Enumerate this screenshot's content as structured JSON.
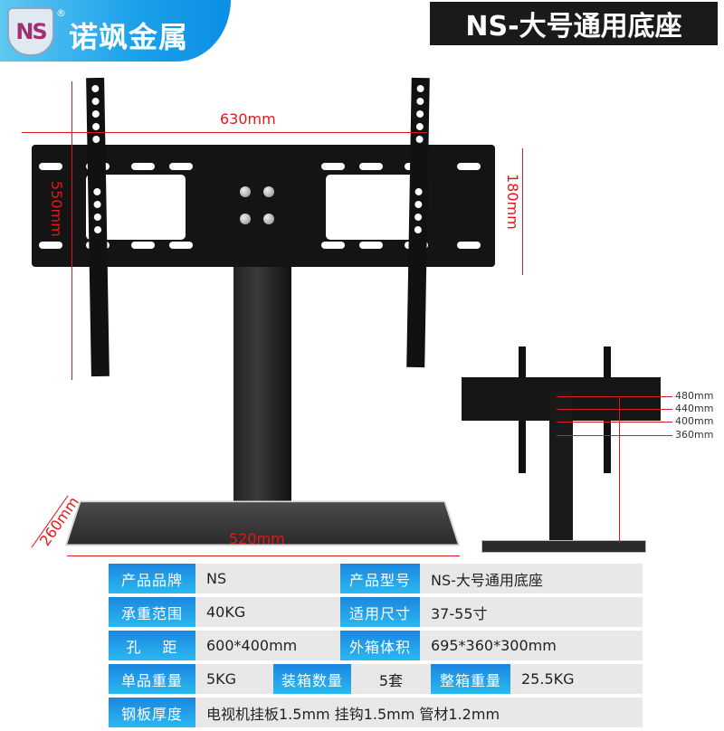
{
  "header": {
    "logo_mark": "NS",
    "registered": "®",
    "brand_name": "诺飒金属",
    "product_title": "NS-大号通用底座"
  },
  "main_diagram": {
    "width_label": "630mm",
    "height_label": "550mm",
    "plate_height_label": "180mm",
    "base_depth_label": "260mm",
    "base_width_label": "520mm"
  },
  "side_diagram": {
    "height_options": [
      "480mm",
      "440mm",
      "400mm",
      "360mm"
    ]
  },
  "spec_table": {
    "rows": [
      {
        "label1": "产品品牌",
        "value1": "NS",
        "label2": "产品型号",
        "value2": "NS-大号通用底座"
      },
      {
        "label1": "承重范围",
        "value1": "40KG",
        "label2": "适用尺寸",
        "value2": "37-55寸"
      },
      {
        "label1": "孔　 距",
        "value1": "600*400mm",
        "label2": "外箱体积",
        "value2": "695*360*300mm"
      },
      {
        "label1": "单品重量",
        "value1": "5KG",
        "label2": "装箱数量",
        "value2": "5套",
        "label3": "整箱重量",
        "value3": "25.5KG"
      },
      {
        "label1": "钢板厚度",
        "value1": "电视机挂板1.5mm 挂钩1.5mm 管材1.2mm"
      }
    ]
  },
  "colors": {
    "label_blue_top": "#1c86e0",
    "label_blue_bottom": "#2ab8f0",
    "value_bg": "#e8e8e8",
    "dimension_red": "#e01818",
    "title_bg": "#1a1a1a"
  }
}
